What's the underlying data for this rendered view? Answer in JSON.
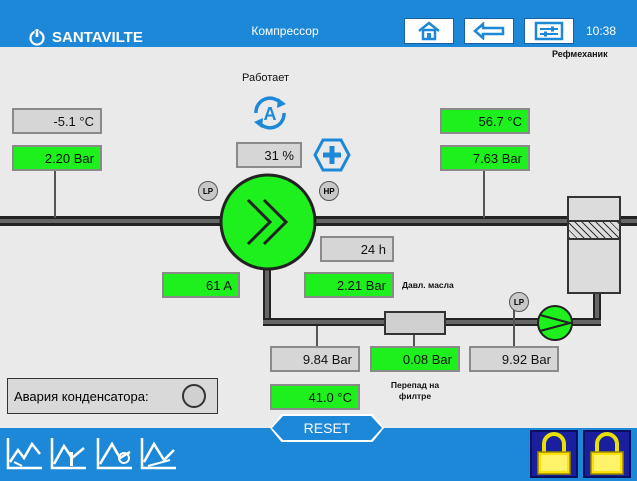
{
  "header": {
    "brand": "SANTAVILTE",
    "title": "Компрессор",
    "clock": "10:38",
    "user": "Рефмеханик"
  },
  "compressor": {
    "status": "Работает",
    "capacity": "31 %",
    "hours": "24 h",
    "current": "61 A",
    "pressure": "2.21 Bar"
  },
  "suction": {
    "temperature": "-5.1 °C",
    "pressure": "2.20 Bar"
  },
  "discharge": {
    "temperature": "56.7 °C",
    "pressure": "7.63 Bar"
  },
  "oil": {
    "label": "Давл. масла",
    "pressure_in": "9.84 Bar",
    "temperature": "41.0 °C",
    "filter_diff": "0.08 Bar",
    "filter_label": "Перепад на филтре",
    "pressure_out": "9.92 Bar"
  },
  "sensors": {
    "lp": "LP",
    "hp": "HP"
  },
  "alarm": {
    "label": "Авария конденсатора:"
  },
  "footer": {
    "reset_label": "RESET"
  },
  "colors": {
    "accent": "#1e88d8",
    "value_green": "#1df01d",
    "lock": "#1a1f9e"
  }
}
